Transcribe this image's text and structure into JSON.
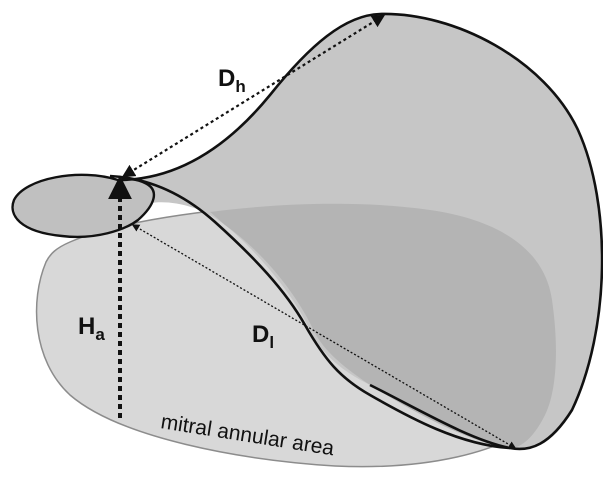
{
  "labels": {
    "dh_main": "D",
    "dh_sub": "h",
    "dl_main": "D",
    "dl_sub": "l",
    "ha_main": "H",
    "ha_sub": "a",
    "annular_area": "mitral annular area"
  },
  "colors": {
    "annulus_fill": "#d8d8d8",
    "annulus_stroke": "#8c8c8c",
    "saddle_fill": "#c6c6c6",
    "inner_fill": "#b4b4b4",
    "outline": "#111111"
  }
}
